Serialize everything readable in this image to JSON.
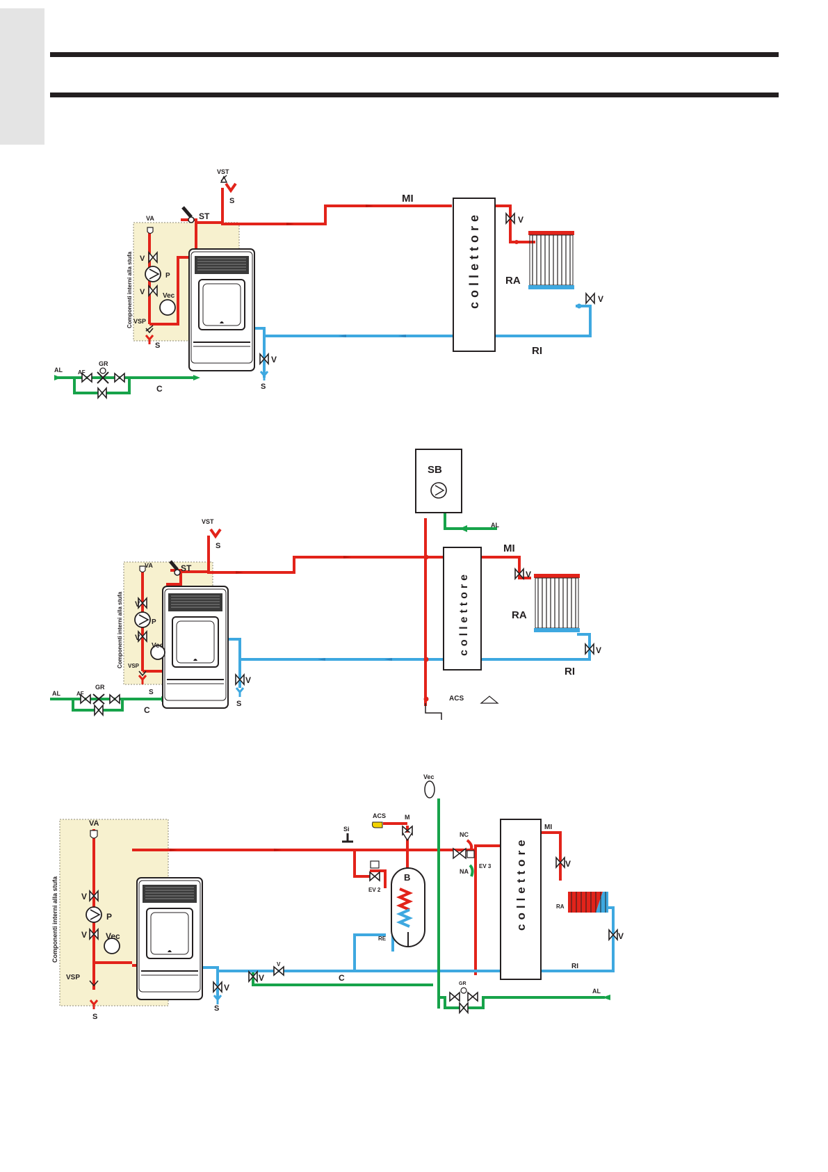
{
  "colors": {
    "flow": "#e2231a",
    "return": "#3ea8e0",
    "cold_water": "#17a34a",
    "panel": "#f7f1cf",
    "rule": "#231f20",
    "side_tab": "#e4e4e4"
  },
  "icons": [
    "pellet-stove-icon",
    "radiator-icon",
    "pump-icon",
    "valve-icon",
    "safety-valve-icon",
    "expansion-vessel-icon",
    "boiler-tank-icon",
    "shower-icon",
    "tap-icon"
  ],
  "diagram1": {
    "panel": "Componenti interni alla stufa",
    "VST": "VST",
    "S": "S",
    "MI": "MI",
    "ST": "ST",
    "VA": "VA",
    "V": "V",
    "P": "P",
    "Vec": "Vec",
    "VSP": "VSP",
    "collettore": "collettore",
    "RA": "RA",
    "RI": "RI",
    "AL": "AL",
    "AF": "AF",
    "GR": "GR",
    "C": "C"
  },
  "diagram2": {
    "panel": "Componenti interni alla stufa",
    "SB": "SB",
    "AL": "AL",
    "MI": "MI",
    "VST": "VST",
    "S": "S",
    "ST": "ST",
    "VA": "VA",
    "V": "V",
    "P": "P",
    "Vec": "Vec",
    "VSP": "VSP",
    "collettore": "collettore",
    "RA": "RA",
    "RI": "RI",
    "AF": "AF",
    "GR": "GR",
    "C": "C",
    "ACS": "ACS"
  },
  "diagram3": {
    "panel": "Componenti interni alla stufa",
    "VA": "VA",
    "V": "V",
    "P": "P",
    "Vec": "Vec",
    "VSP": "VSP",
    "S": "S",
    "Si": "Si",
    "ACS": "ACS",
    "M": "M",
    "NC": "NC",
    "NA": "NA",
    "EV3": "EV 3",
    "EV2": "EV 2",
    "B": "B",
    "RE": "RE",
    "collettore": "collettore",
    "MI": "MI",
    "RA": "RA",
    "RI": "RI",
    "C": "C",
    "AL": "AL",
    "GR": "GR"
  }
}
